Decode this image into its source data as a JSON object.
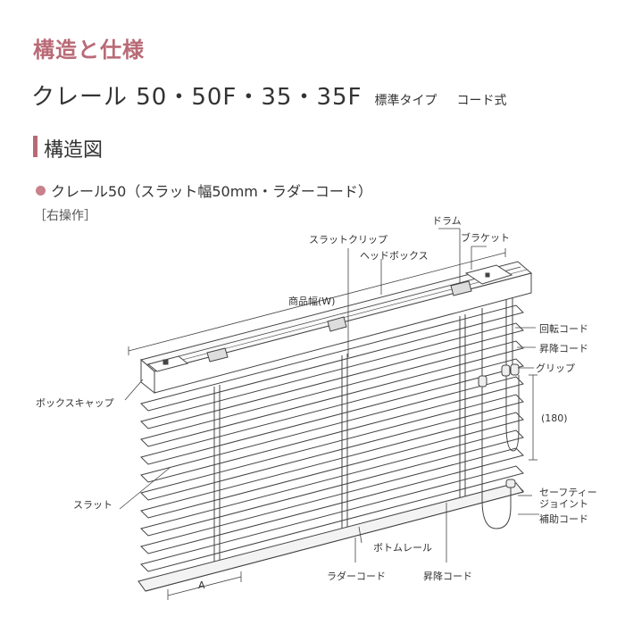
{
  "header": {
    "section_title": "構造と仕様",
    "product_name": "クレール 50・50F・35・35F",
    "product_type": "標準タイプ",
    "product_cord": "コード式"
  },
  "structure": {
    "subheading": "構造図",
    "model_label": "クレール50（スラット幅50mm・ラダーコード）",
    "operation_side": "［右操作］"
  },
  "colors": {
    "accent": "#b96a76",
    "bullet": "#c9818c",
    "line": "#444444"
  },
  "diagram_labels": {
    "drum": "ドラム",
    "slat_clip": "スラットクリップ",
    "bracket": "ブラケット",
    "head_box": "ヘッドボックス",
    "product_width": "商品幅(W)",
    "rotation_cord": "回転コード",
    "lift_cord_right": "昇降コード",
    "grip": "グリップ",
    "box_cap": "ボックスキャップ",
    "dimension_180": "(180)",
    "slat": "スラット",
    "safety_joint_1": "セーフティー",
    "safety_joint_2": "ジョイント",
    "auxiliary_cord": "補助コード",
    "bottom_rail": "ボトムレール",
    "ladder_cord": "ラダーコード",
    "lift_cord_bottom": "昇降コード",
    "dimension_a": "A"
  }
}
